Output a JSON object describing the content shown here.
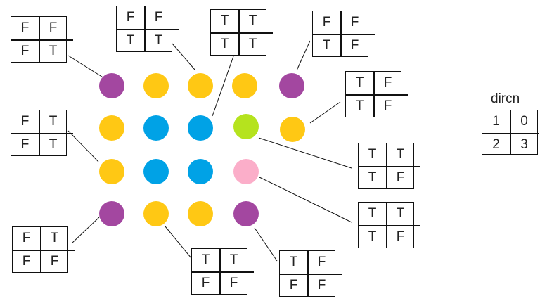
{
  "colors": {
    "purple": "#A347A0",
    "yellow": "#FFC814",
    "blue": "#00A2E6",
    "green": "#B5E31E",
    "pink": "#FBAEC9",
    "line": "#111111"
  },
  "grid": [
    [
      "purple",
      "yellow",
      "yellow",
      "yellow",
      "purple"
    ],
    [
      "yellow",
      "blue",
      "blue",
      "green",
      "yellow"
    ],
    [
      "yellow",
      "blue",
      "blue",
      "pink"
    ],
    [
      "purple",
      "yellow",
      "yellow",
      "purple"
    ]
  ],
  "tables": [
    {
      "id": "t0",
      "cells": [
        "F",
        "F",
        "F",
        "T"
      ]
    },
    {
      "id": "t1",
      "cells": [
        "F",
        "F",
        "T",
        "T"
      ]
    },
    {
      "id": "t2",
      "cells": [
        "T",
        "T",
        "T",
        "T"
      ]
    },
    {
      "id": "t3",
      "cells": [
        "F",
        "F",
        "T",
        "F"
      ]
    },
    {
      "id": "t4",
      "cells": [
        "T",
        "F",
        "T",
        "F"
      ]
    },
    {
      "id": "t5",
      "cells": [
        "F",
        "T",
        "F",
        "T"
      ]
    },
    {
      "id": "t6",
      "cells": [
        "T",
        "T",
        "T",
        "F"
      ]
    },
    {
      "id": "t7",
      "cells": [
        "T",
        "T",
        "T",
        "F"
      ]
    },
    {
      "id": "t8",
      "cells": [
        "F",
        "T",
        "F",
        "F"
      ]
    },
    {
      "id": "t9",
      "cells": [
        "T",
        "T",
        "F",
        "F"
      ]
    },
    {
      "id": "t10",
      "cells": [
        "T",
        "F",
        "F",
        "F"
      ]
    }
  ],
  "legend": {
    "title": "dircn",
    "cells": [
      "1",
      "0",
      "2",
      "3"
    ]
  }
}
